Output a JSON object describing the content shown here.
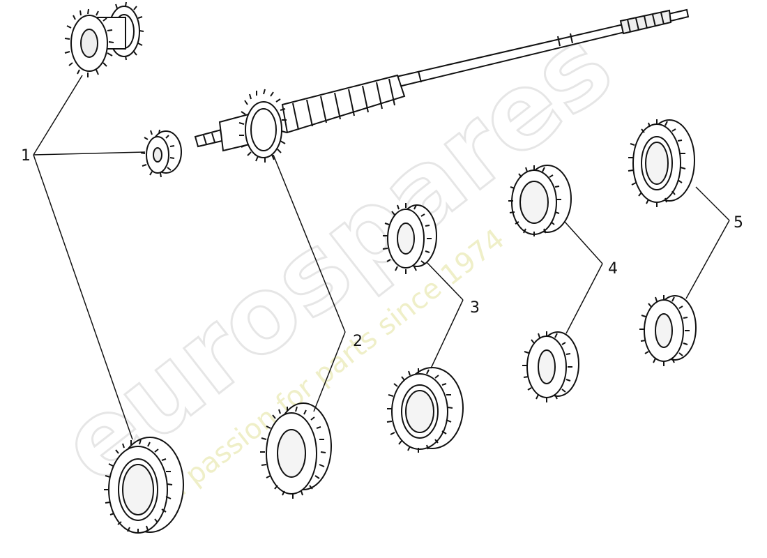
{
  "watermark": {
    "brand": "eurospares",
    "tagline": "a passion for parts since 1974"
  },
  "callouts": [
    {
      "id": "1",
      "label": "1"
    },
    {
      "id": "2",
      "label": "2"
    },
    {
      "id": "3",
      "label": "3"
    },
    {
      "id": "4",
      "label": "4"
    },
    {
      "id": "5",
      "label": "5"
    }
  ],
  "colors": {
    "line": "#111111",
    "watermark": "#e6e6e6",
    "tagline": "#efefc8"
  }
}
